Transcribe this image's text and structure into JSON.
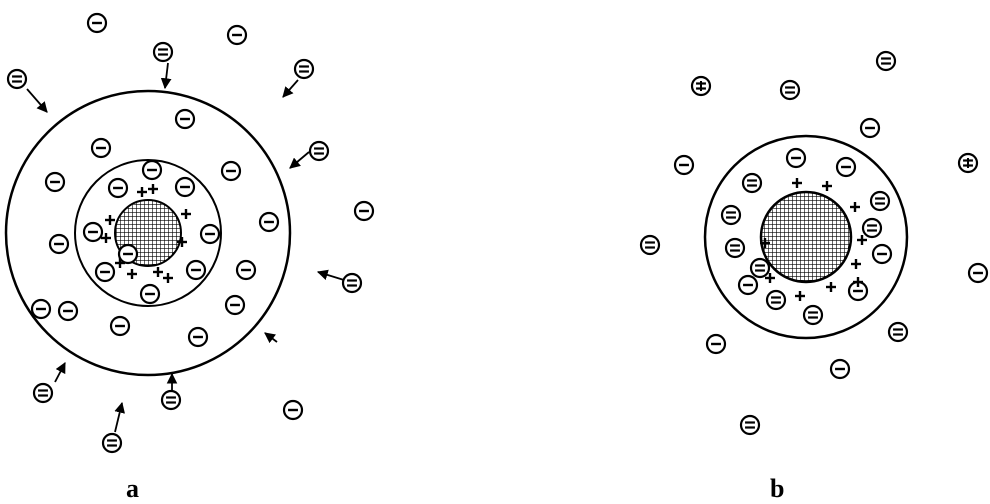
{
  "figure": {
    "panels": [
      {
        "id": "a",
        "label": "a"
      },
      {
        "id": "b",
        "label": "b"
      }
    ],
    "colors": {
      "ink": "#000000",
      "background": "#ffffff"
    }
  }
}
